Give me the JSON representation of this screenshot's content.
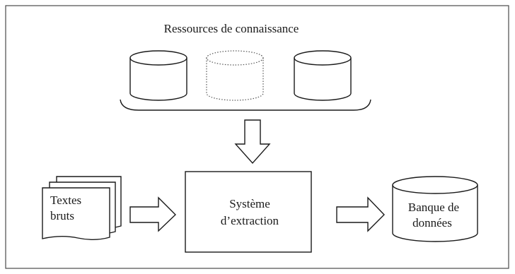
{
  "diagram": {
    "resources_title": "Ressources de connaissance",
    "source_label_line1": "Textes",
    "source_label_line2": "bruts",
    "system_label_line1": "Système",
    "system_label_line2": "d’extraction",
    "database_label_line1": "Banque de",
    "database_label_line2": "données"
  }
}
